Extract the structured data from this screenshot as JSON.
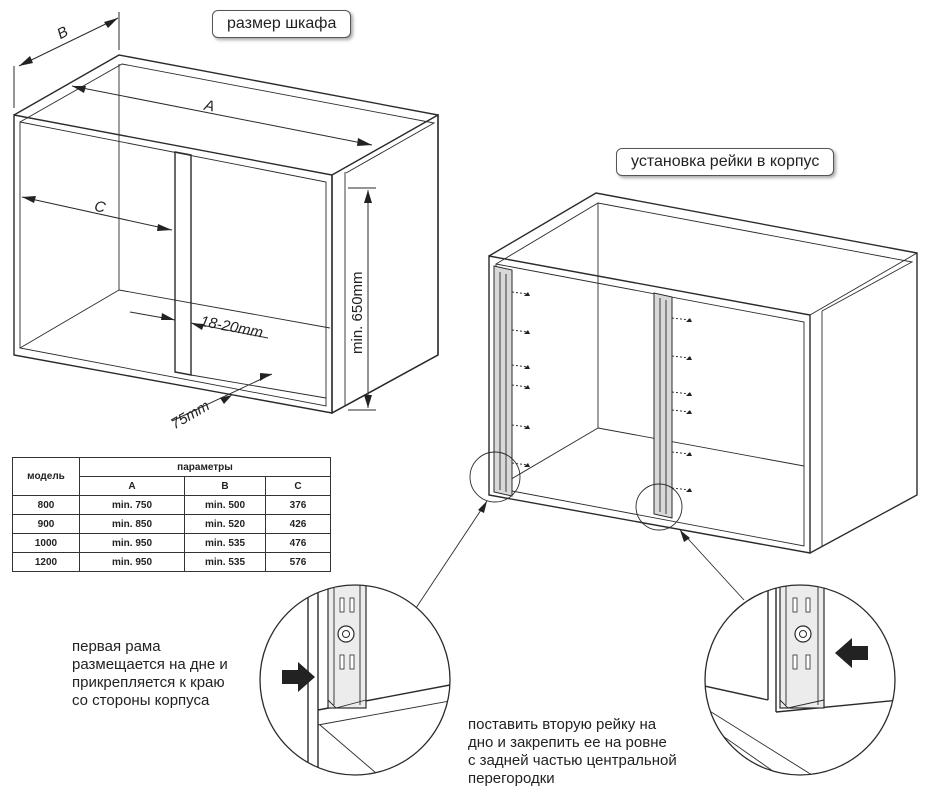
{
  "titles": {
    "cabinet_size": "размер шкафа",
    "rail_install": "установка рейки в корпус"
  },
  "dimensions": {
    "A": "A",
    "B": "B",
    "C": "C",
    "height": "min. 650mm",
    "partition": "18-20mm",
    "offset": "75mm"
  },
  "table": {
    "model_header": "модель",
    "params_header": "параметры",
    "columns": [
      "A",
      "B",
      "C"
    ],
    "rows": [
      {
        "model": "800",
        "a": "min. 750",
        "b": "min. 500",
        "c": "376"
      },
      {
        "model": "900",
        "a": "min. 850",
        "b": "min. 520",
        "c": "426"
      },
      {
        "model": "1000",
        "a": "min. 950",
        "b": "min. 535",
        "c": "476"
      },
      {
        "model": "1200",
        "a": "min. 950",
        "b": "min. 535",
        "c": "576"
      }
    ]
  },
  "notes": {
    "first_frame": [
      "первая рама",
      "размещается на дне и",
      "прикрепляется к краю",
      "со стороны корпуса"
    ],
    "second_rail": [
      "поставить вторую рейку на",
      "дно и закрепить ее на ровне",
      "с задней частью центральной",
      "перегородки"
    ]
  }
}
